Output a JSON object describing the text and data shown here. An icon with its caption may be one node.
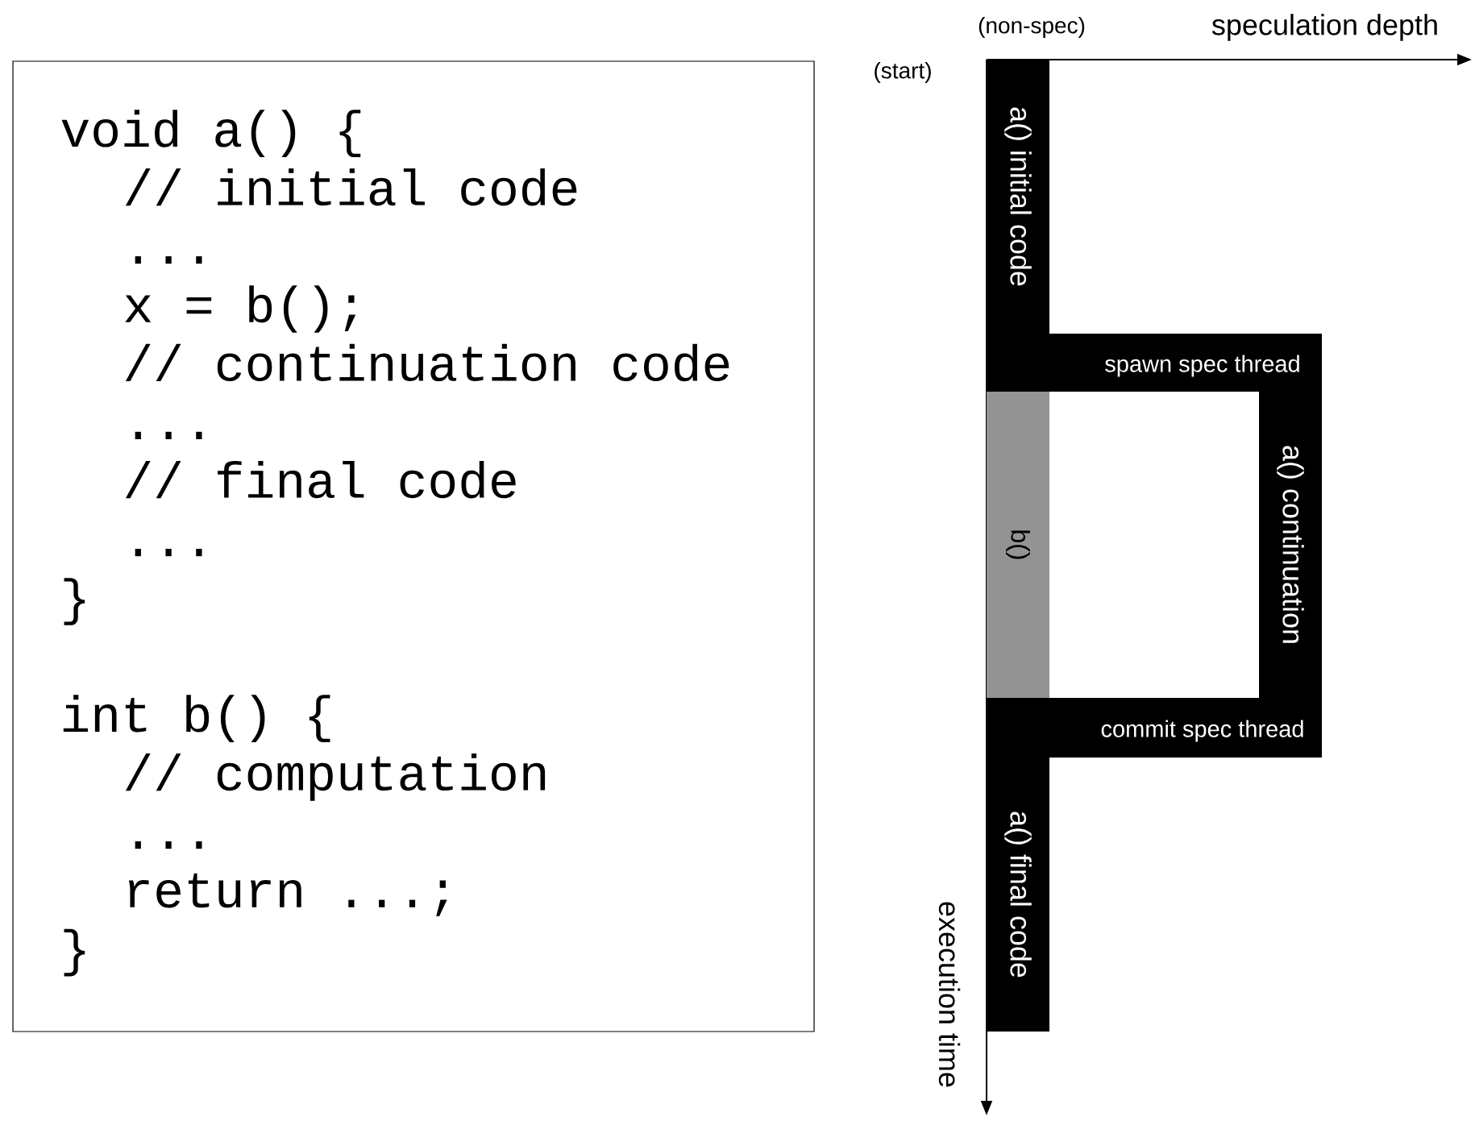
{
  "diagram": {
    "nodes": [
      {
        "text": [
          "void a() {",
          "// initial code",
          "...",
          "x = b();",
          "// continuation code",
          "...",
          "// final code",
          "...",
          "}",
          "int b() {",
          "// computation",
          "...",
          "return ...;",
          "}"
        ]
      },
      {
        "text": [
          "a() initial code"
        ]
      },
      {
        "text": [
          "spawn spec thread"
        ]
      },
      {
        "text": [
          "b()"
        ]
      },
      {
        "text": [
          "a() continuation"
        ]
      },
      {
        "text": [
          "commit spec thread"
        ]
      },
      {
        "text": [
          "a() final code"
        ]
      }
    ],
    "labels": [
      "(non-spec)",
      "speculation depth",
      "(start)",
      "execution time"
    ]
  }
}
